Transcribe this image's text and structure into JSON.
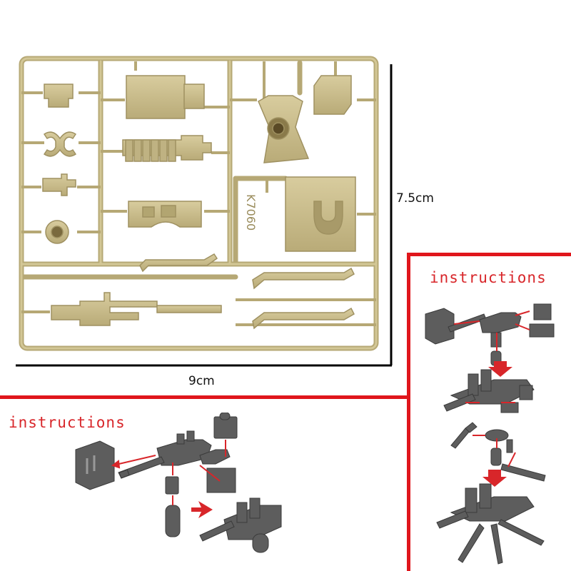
{
  "product": {
    "sprue_code": "K7060",
    "sprue_color": "#c9bc8d",
    "sprue_shadow": "#a99c6c"
  },
  "dimensions": {
    "height_label": "7.5cm",
    "width_label": "9cm"
  },
  "instructions": {
    "left_title": "instructions",
    "right_title": "instructions",
    "title_color": "#d8262a",
    "divider_color": "#e0161c",
    "part_color": "#5a5a5a",
    "arrow_color": "#d8262a"
  }
}
